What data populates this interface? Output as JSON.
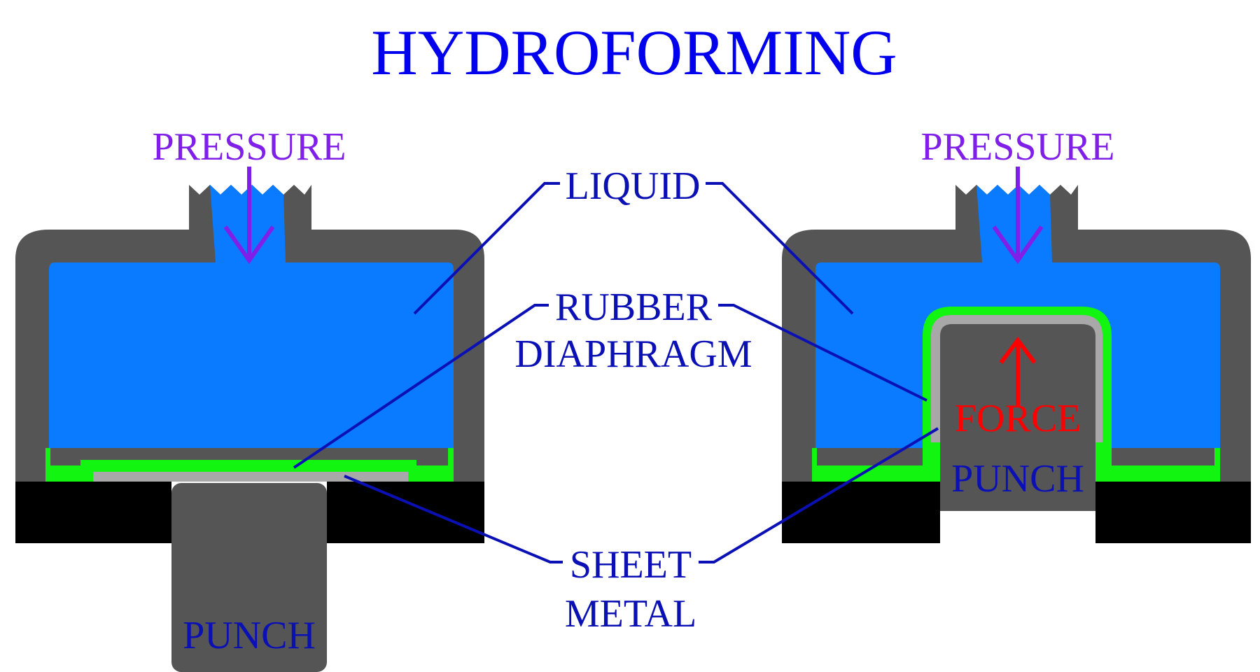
{
  "title": "HYDROFORMING",
  "labels": {
    "pressure_left": "PRESSURE",
    "pressure_right": "PRESSURE",
    "liquid": "LIQUID",
    "rubber_line1": "RUBBER",
    "rubber_line2": "DIAPHRAGM",
    "sheet_line1": "SHEET",
    "sheet_line2": "METAL",
    "punch_left": "PUNCH",
    "punch_right": "PUNCH",
    "force": "FORCE"
  },
  "colors": {
    "title_blue": "#0000ee",
    "label_navy": "#0a10b4",
    "pressure_purple": "#7f1fe8",
    "liquid_blue": "#0a7aff",
    "housing_gray": "#555555",
    "die_black": "#000000",
    "diaphragm_green": "#11f511",
    "sheet_gray": "#a8a8a8",
    "force_red": "#ff0000"
  }
}
